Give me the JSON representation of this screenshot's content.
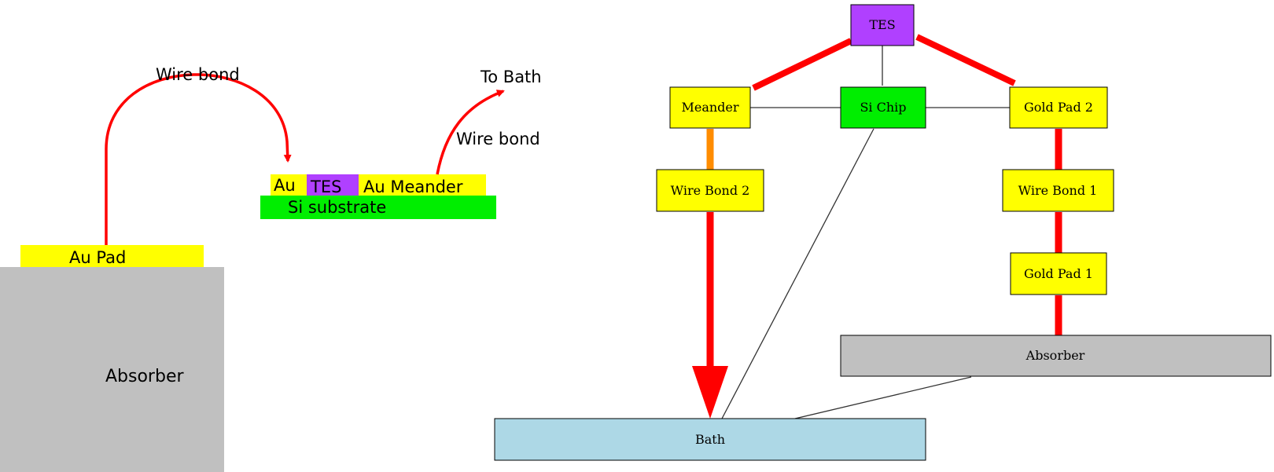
{
  "left_diagram": {
    "absorber_label": "Absorber",
    "au_pad_label": "Au Pad",
    "si_substrate_label": "Si substrate",
    "au_label": "Au",
    "tes_label": "TES",
    "au_meander_label": "Au Meander",
    "wire_bond_label_1": "Wire bond",
    "wire_bond_label_2": "Wire bond",
    "to_bath_label": "To Bath"
  },
  "right_diagram": {
    "nodes": {
      "tes": "TES",
      "meander": "Meander",
      "si_chip": "Si Chip",
      "gold_pad_2": "Gold Pad 2",
      "wire_bond_2": "Wire Bond 2",
      "wire_bond_1": "Wire Bond 1",
      "gold_pad_1": "Gold Pad 1",
      "absorber": "Absorber",
      "bath": "Bath"
    }
  },
  "colors": {
    "yellow": "#ffff00",
    "purple": "#b040ff",
    "green": "#00ee00",
    "gray": "#c0c0c0",
    "light_blue": "#add8e6",
    "red": "#ff0000",
    "orange": "#ff8c00"
  }
}
